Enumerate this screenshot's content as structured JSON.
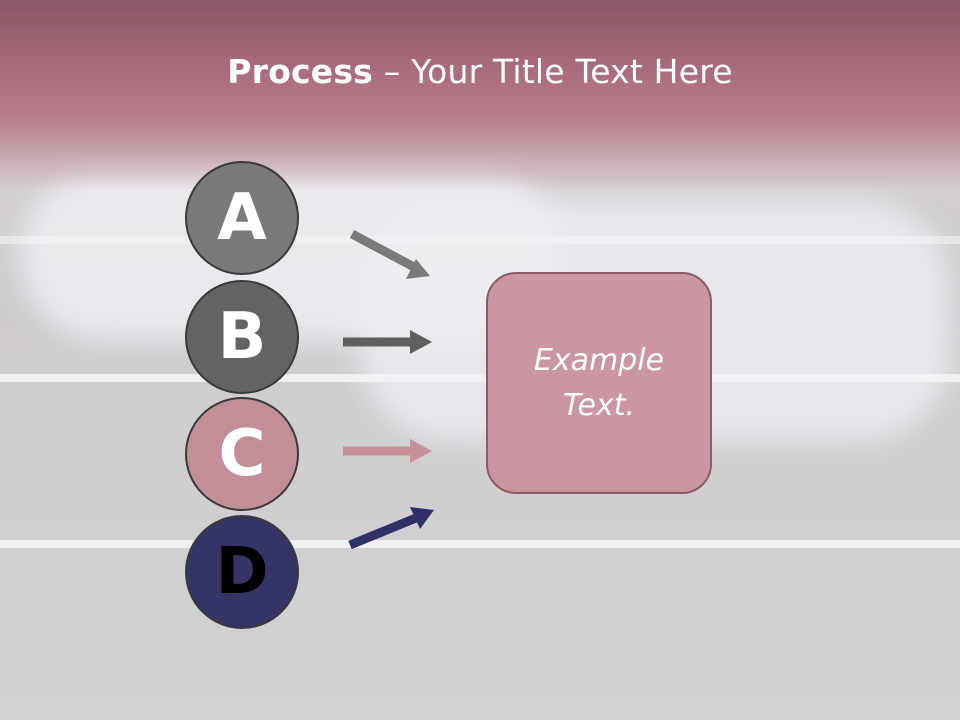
{
  "title": {
    "bold": "Process",
    "rest": " – Your Title Text Here"
  },
  "steps": [
    {
      "letter": "A",
      "fill": "#7a7a7a",
      "text_color": "#ffffff",
      "arrow_color": "#7a7a7a"
    },
    {
      "letter": "B",
      "fill": "#636363",
      "text_color": "#ffffff",
      "arrow_color": "#5f5f5f"
    },
    {
      "letter": "C",
      "fill": "#c28f99",
      "text_color": "#ffffff",
      "arrow_color": "#c8909b"
    },
    {
      "letter": "D",
      "fill": "#343466",
      "text_color": "#000000",
      "arrow_color": "#2f3068"
    }
  ],
  "box": {
    "text": "Example Text."
  }
}
